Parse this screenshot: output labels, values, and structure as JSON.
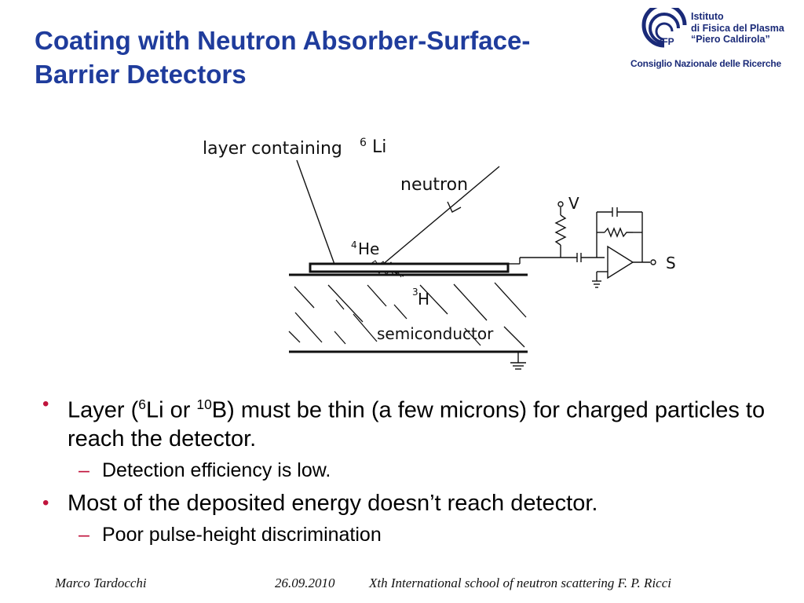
{
  "slide": {
    "title_line1": "Coating with Neutron Absorber-Surface-",
    "title_line2": "Barrier Detectors"
  },
  "logo": {
    "mark": "IFP",
    "line1": "Istituto",
    "line2": "di Fisica del Plasma",
    "line3": "“Piero Caldirola”",
    "subtitle": "Consiglio Nazionale delle Ricerche",
    "colors": {
      "brand_blue": "#1a2a78"
    }
  },
  "diagram": {
    "layer_label": "layer containing",
    "layer_sup": "6",
    "layer_element": "Li",
    "neutron_label": "neutron",
    "he_sup": "4",
    "he_label": "He",
    "h_sup": "3",
    "h_label": "H",
    "semiconductor_label": "semiconductor",
    "voltage_label": "V",
    "signal_label": "S"
  },
  "bullets": [
    {
      "pre": "Layer (",
      "sup1": "6",
      "mid1": "Li or ",
      "sup2": "10",
      "mid2": "B) must be thin (a few microns) for charged particles to reach the detector.",
      "sub": "Detection efficiency is low."
    },
    {
      "text": "Most of the deposited energy doesn’t reach detector.",
      "sub": "Poor pulse-height discrimination"
    }
  ],
  "footer": {
    "author": "Marco Tardocchi",
    "date": "26.09.2010",
    "event": "Xth International school of neutron scattering F. P. Ricci"
  },
  "colors": {
    "title": "#1f3c9c",
    "bullet": "#c0143c"
  }
}
